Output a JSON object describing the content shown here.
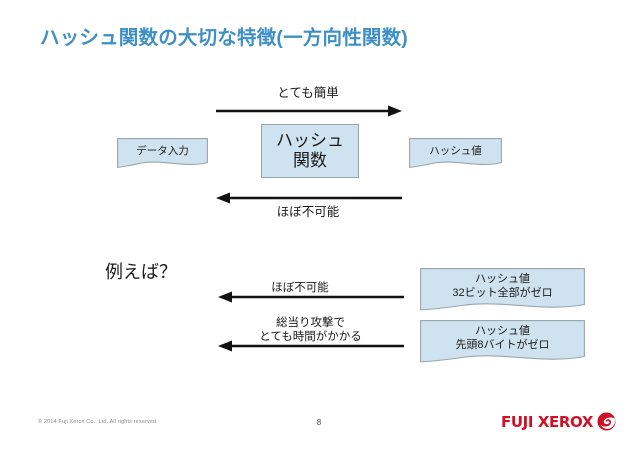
{
  "slide": {
    "title": "ハッシュ関数の大切な特徴(一方向性関数)",
    "title_color": "#3e8fc6",
    "box_fill": "#cfe2ef",
    "box_border": "#9aa6ad",
    "arrow_color": "#111111"
  },
  "top_diagram": {
    "input_box": "データ入力",
    "function_box": "ハッシュ\n関数",
    "output_box": "ハッシュ値",
    "forward_arrow_label": "とても簡単",
    "reverse_arrow_label": "ほぼ不可能"
  },
  "bottom_diagram": {
    "heading": "例えば？",
    "rows": [
      {
        "arrow_label": "ほぼ不可能",
        "box": "ハッシュ値\n32ビット全部がゼロ"
      },
      {
        "arrow_label": "総当り攻撃で\nとても時間がかかる",
        "box": "ハッシュ値\n先頭8バイトがゼロ"
      }
    ]
  },
  "footer": {
    "copyright": "© 2014 Fuji Xerox Co., Ltd. All rights reserved.",
    "page_number": "8",
    "logo_text": "FUJI XEROX",
    "logo_color": "#cf1126"
  }
}
